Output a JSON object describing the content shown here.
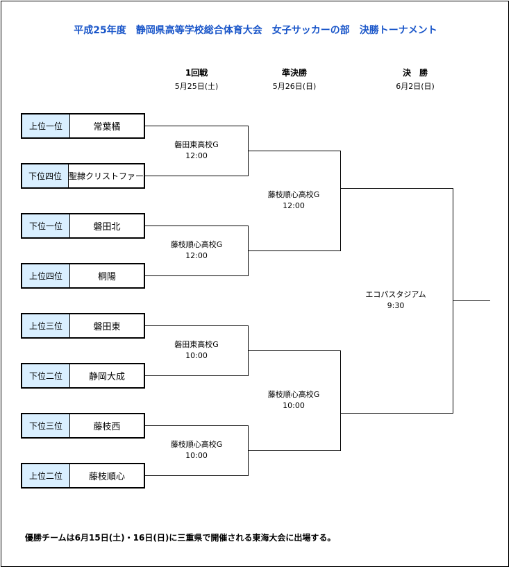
{
  "title": "平成25年度　静岡県高等学校総合体育大会　女子サッカーの部　決勝トーナメント",
  "rounds": [
    {
      "name": "1回戦",
      "date": "5月25日(土)"
    },
    {
      "name": "準決勝",
      "date": "5月26日(日)"
    },
    {
      "name": "決　勝",
      "date": "6月2日(日)"
    }
  ],
  "teams": [
    {
      "seed": "上位一位",
      "name": "常葉橘"
    },
    {
      "seed": "下位四位",
      "name": "聖隷クリストファー"
    },
    {
      "seed": "下位一位",
      "name": "磐田北"
    },
    {
      "seed": "上位四位",
      "name": "桐陽"
    },
    {
      "seed": "上位三位",
      "name": "磐田東"
    },
    {
      "seed": "下位二位",
      "name": "静岡大成"
    },
    {
      "seed": "下位三位",
      "name": "藤枝西"
    },
    {
      "seed": "上位二位",
      "name": "藤枝順心"
    }
  ],
  "matches": {
    "r1": [
      {
        "venue": "磐田東高校G",
        "time": "12:00"
      },
      {
        "venue": "藤枝順心高校G",
        "time": "12:00"
      },
      {
        "venue": "磐田東高校G",
        "time": "10:00"
      },
      {
        "venue": "藤枝順心高校G",
        "time": "10:00"
      }
    ],
    "sf": [
      {
        "venue": "藤枝順心高校G",
        "time": "12:00"
      },
      {
        "venue": "藤枝順心高校G",
        "time": "10:00"
      }
    ],
    "final": {
      "venue": "エコパスタジアム",
      "time": "9:30"
    }
  },
  "footer": "優勝チームは6月15日(土)・16日(日)に三重県で開催される東海大会に出場する。",
  "colors": {
    "title": "#1a56c9",
    "seed_bg": "#d9efff"
  }
}
